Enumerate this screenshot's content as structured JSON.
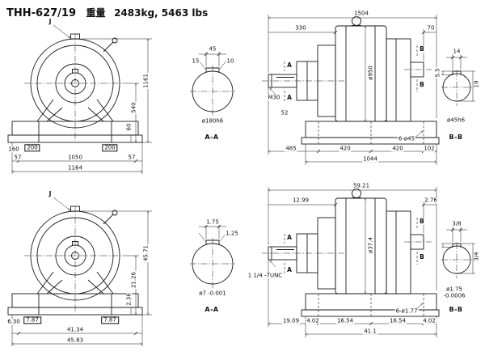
{
  "title": {
    "model": "THH-627/19",
    "weight_label": "重量",
    "weight_value": "2483kg, 5463 lbs"
  },
  "metric": {
    "front": {
      "view_flag": "J",
      "total_height": "1161",
      "center_height": "540",
      "pad_height": "60",
      "base_end": "160",
      "foot_left": "200",
      "foot_right": "200",
      "bottom_left": "57",
      "bottom_center": "1050",
      "bottom_right": "57",
      "bottom_total": "1164"
    },
    "section_aa": {
      "label": "A-A",
      "key_width": "45",
      "key_depth_left": "15",
      "key_depth_right": "10",
      "diameter": "ø180h6"
    },
    "side": {
      "overall_length": "1504",
      "shaft_length": "330",
      "end_gap": "70",
      "thread": "M30",
      "shaft_step": "52",
      "housing_diameter": "ø950",
      "section_a_mark": "A",
      "section_b_mark": "B",
      "foot_holes": "6-ø45",
      "seg_shaft_to_hole": "485",
      "hole_pitch_1": "420",
      "hole_pitch_2": "420",
      "edge_right": "102",
      "base_length": "1044"
    },
    "section_bb": {
      "label": "B-B",
      "key_width": "14",
      "key_depth_left": "5.5",
      "key_depth_right": "19",
      "diameter": "ø45h6"
    }
  },
  "imperial": {
    "front": {
      "view_flag": "J",
      "total_height": "45.71",
      "center_height": "21.26",
      "pad_height": "2.36",
      "base_end": "6.30",
      "foot_left": "7.87",
      "foot_right": "7.87",
      "bottom_center": "41.34",
      "bottom_total": "45.83"
    },
    "section_aa": {
      "label": "A-A",
      "key_width": "1.75",
      "key_depth_right": "1.25",
      "diameter": "ø7 -0.001"
    },
    "side": {
      "overall_length": "59.21",
      "shaft_length": "12.99",
      "end_gap": "2.76",
      "thread": "1 1/4 -7UNC",
      "housing_diameter": "ø37.4",
      "section_a_mark": "A",
      "section_b_mark": "B",
      "foot_holes": "6-ø1.77",
      "seg_shaft_to_hole": "19.09",
      "edge_left": "4.02",
      "hole_pitch_1": "16.54",
      "hole_pitch_2": "16.54",
      "edge_right": "4.02",
      "base_length": "41.1"
    },
    "section_bb": {
      "label": "B-B",
      "key_width": "3/8",
      "key_depth_right": "3/4",
      "diameter": "ø1.75",
      "tolerance": "-0.0006"
    }
  }
}
